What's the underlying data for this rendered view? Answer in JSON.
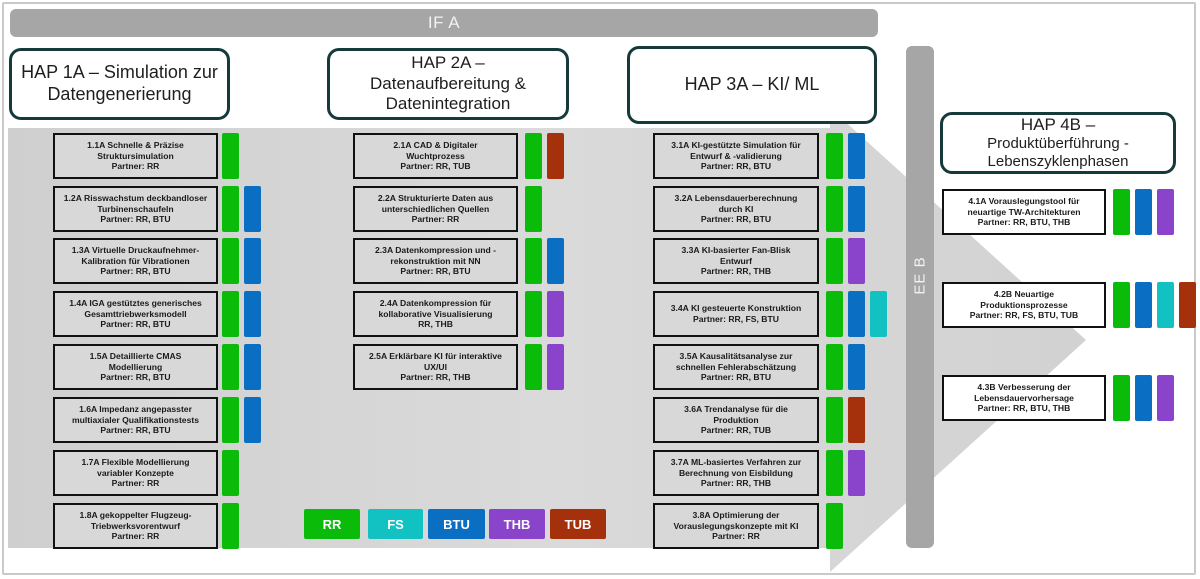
{
  "partners": {
    "RR": {
      "label": "RR",
      "color": "#0abb0a"
    },
    "FS": {
      "label": "FS",
      "color": "#12c1c1"
    },
    "BTU": {
      "label": "BTU",
      "color": "#0a6fc2"
    },
    "THB": {
      "label": "THB",
      "color": "#8a44cc"
    },
    "TUB": {
      "label": "TUB",
      "color": "#a5300c"
    }
  },
  "legend": [
    "RR",
    "FS",
    "BTU",
    "THB",
    "TUB"
  ],
  "if_bar": {
    "label": "IF A"
  },
  "ee_bar": {
    "label": "EE B"
  },
  "haps": [
    {
      "lines": [
        "HAP 1A – Simulation zur",
        "Datengenerierung"
      ]
    },
    {
      "lines": [
        "HAP 2A –",
        "Datenaufbereitung &",
        "Datenintegration"
      ]
    },
    {
      "lines": [
        "HAP 3A – KI/ ML"
      ]
    },
    {
      "lines": [
        "HAP 4B –",
        "Produktüberführung -",
        "Lebenszyklenphasen"
      ]
    }
  ],
  "columns": [
    {
      "id": "hap1",
      "tasks": [
        {
          "lines": [
            "1.1A Schnelle & Präzise",
            "Struktursimulation",
            "Partner: RR"
          ],
          "partners": [
            "RR"
          ]
        },
        {
          "lines": [
            "1.2A Risswachstum deckbandloser",
            "Turbinenschaufeln",
            "Partner: RR, BTU"
          ],
          "partners": [
            "RR",
            "BTU"
          ]
        },
        {
          "lines": [
            "1.3A Virtuelle Druckaufnehmer-",
            "Kalibration für Vibrationen",
            "Partner: RR, BTU"
          ],
          "partners": [
            "RR",
            "BTU"
          ]
        },
        {
          "lines": [
            "1.4A IGA gestütztes generisches",
            "Gesamttriebwerksmodell",
            "Partner: RR, BTU"
          ],
          "partners": [
            "RR",
            "BTU"
          ]
        },
        {
          "lines": [
            "1.5A Detaillierte CMAS",
            "Modellierung",
            "Partner: RR, BTU"
          ],
          "partners": [
            "RR",
            "BTU"
          ]
        },
        {
          "lines": [
            "1.6A Impedanz angepasster",
            "multiaxialer Qualifikationstests",
            "Partner: RR, BTU"
          ],
          "partners": [
            "RR",
            "BTU"
          ]
        },
        {
          "lines": [
            "1.7A Flexible Modellierung",
            "variabler Konzepte",
            "Partner: RR"
          ],
          "partners": [
            "RR"
          ]
        },
        {
          "lines": [
            "1.8A gekoppelter Flugzeug-",
            "Triebwerksvorentwurf",
            "Partner: RR"
          ],
          "partners": [
            "RR"
          ]
        }
      ]
    },
    {
      "id": "hap2",
      "tasks": [
        {
          "lines": [
            "2.1A CAD & Digitaler",
            "Wuchtprozess",
            "Partner: RR, TUB"
          ],
          "partners": [
            "RR",
            "TUB"
          ]
        },
        {
          "lines": [
            "2.2A Strukturierte Daten aus",
            "unterschiedlichen Quellen",
            "Partner: RR"
          ],
          "partners": [
            "RR"
          ]
        },
        {
          "lines": [
            "2.3A Datenkompression und -",
            "rekonstruktion mit NN",
            "Partner: RR, BTU"
          ],
          "partners": [
            "RR",
            "BTU"
          ]
        },
        {
          "lines": [
            "2.4A Datenkompression für",
            "kollaborative Visualisierung",
            "RR, THB"
          ],
          "partners": [
            "RR",
            "THB"
          ]
        },
        {
          "lines": [
            "2.5A Erklärbare KI für interaktive",
            "UX/UI",
            "Partner: RR, THB"
          ],
          "partners": [
            "RR",
            "THB"
          ]
        }
      ]
    },
    {
      "id": "hap3",
      "tasks": [
        {
          "lines": [
            "3.1A KI-gestützte Simulation für",
            "Entwurf & -validierung",
            "Partner: RR, BTU"
          ],
          "partners": [
            "RR",
            "BTU"
          ]
        },
        {
          "lines": [
            "3.2A Lebensdauerberechnung",
            "durch KI",
            "Partner: RR, BTU"
          ],
          "partners": [
            "RR",
            "BTU"
          ]
        },
        {
          "lines": [
            "3.3A KI-basierter Fan-Blisk",
            "Entwurf",
            "Partner: RR, THB"
          ],
          "partners": [
            "RR",
            "THB"
          ]
        },
        {
          "lines": [
            "3.4A KI gesteuerte Konstruktion",
            "Partner: RR, FS, BTU"
          ],
          "partners": [
            "RR",
            "BTU",
            "FS"
          ]
        },
        {
          "lines": [
            "3.5A Kausalitätsanalyse zur",
            "schnellen Fehlerabschätzung",
            "Partner: RR, BTU"
          ],
          "partners": [
            "RR",
            "BTU"
          ]
        },
        {
          "lines": [
            "3.6A Trendanalyse für die",
            "Produktion",
            "Partner: RR, TUB"
          ],
          "partners": [
            "RR",
            "TUB"
          ]
        },
        {
          "lines": [
            "3.7A ML-basiertes Verfahren zur",
            "Berechnung von Eisbildung",
            "Partner: RR, THB"
          ],
          "partners": [
            "RR",
            "THB"
          ]
        },
        {
          "lines": [
            "3.8A Optimierung der",
            "Vorauslegungskonzepte mit KI",
            "Partner: RR"
          ],
          "partners": [
            "RR"
          ]
        }
      ]
    },
    {
      "id": "hap4",
      "tasks": [
        {
          "lines": [
            "4.1A Vorauslegungstool für",
            "neuartige TW-Architekturen",
            "Partner: RR, BTU, THB"
          ],
          "partners": [
            "RR",
            "BTU",
            "THB"
          ]
        },
        {
          "lines": [
            "4.2B Neuartige",
            "Produktionsprozesse",
            "Partner: RR, FS, BTU, TUB"
          ],
          "partners": [
            "RR",
            "BTU",
            "FS",
            "TUB"
          ]
        },
        {
          "lines": [
            "4.3B Verbesserung der",
            "Lebensdauervorhersage",
            "Partner: RR, BTU, THB"
          ],
          "partners": [
            "RR",
            "BTU",
            "THB"
          ]
        }
      ]
    }
  ]
}
